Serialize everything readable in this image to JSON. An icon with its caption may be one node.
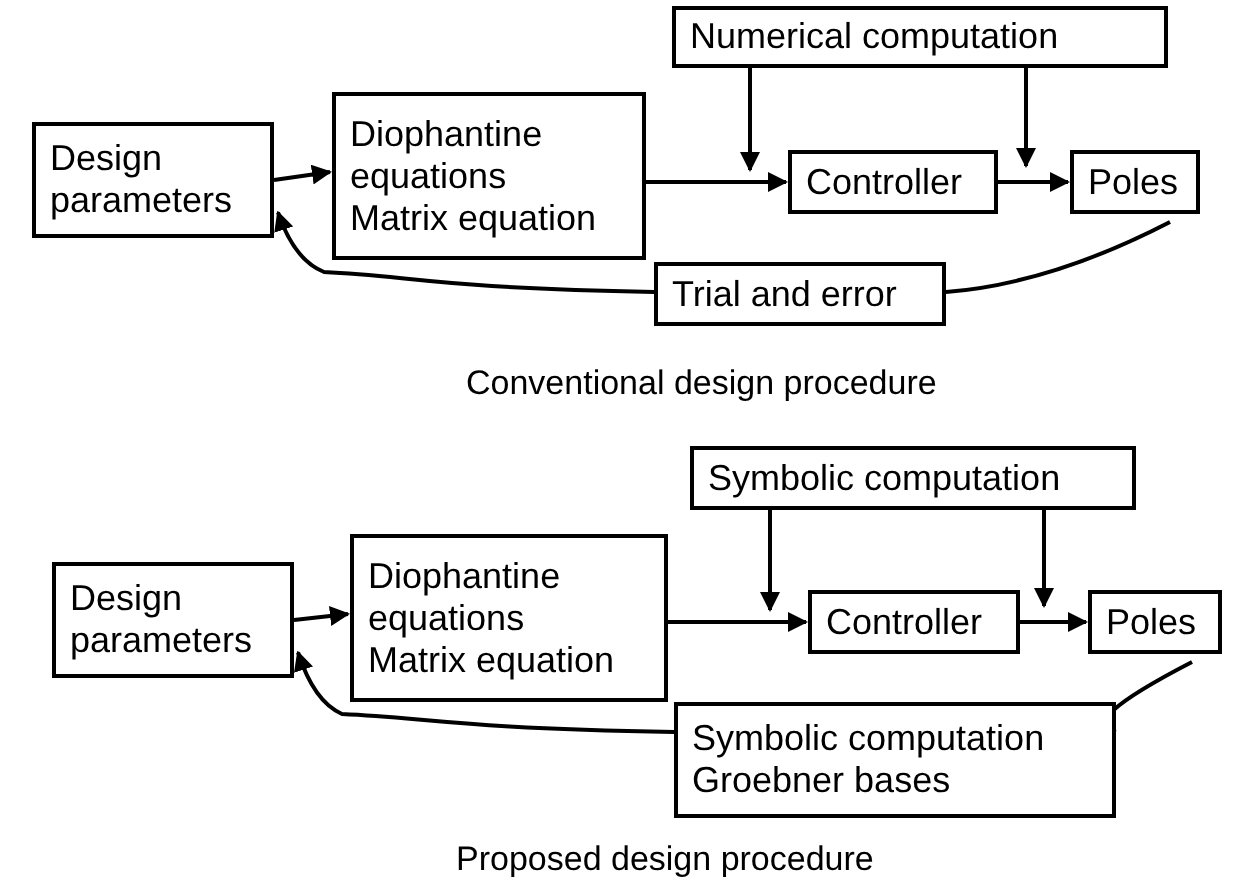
{
  "diagram": {
    "nodes": [
      {
        "text": [
          "Numerical computation"
        ]
      },
      {
        "text": [
          "Design parameters"
        ]
      },
      {
        "text": [
          "Diophantine equations",
          "Matrix equation"
        ]
      },
      {
        "text": [
          "Controller"
        ]
      },
      {
        "text": [
          "Poles"
        ]
      },
      {
        "text": [
          "Trial and error"
        ]
      },
      {
        "text": [
          "Symbolic computation"
        ]
      },
      {
        "text": [
          "Design parameters"
        ]
      },
      {
        "text": [
          "Diophantine equations",
          "Matrix equation"
        ]
      },
      {
        "text": [
          "Controller"
        ]
      },
      {
        "text": [
          "Poles"
        ]
      },
      {
        "text": [
          "Symbolic computation",
          "Groebner bases"
        ]
      }
    ],
    "edges": [
      {
        "from": 1,
        "to": 2,
        "arrow": "to"
      },
      {
        "from": 2,
        "to": 3,
        "arrow": "to"
      },
      {
        "from": 3,
        "to": 4,
        "arrow": "to"
      },
      {
        "from": 0,
        "to": 3,
        "arrow": "to"
      },
      {
        "from": 0,
        "to": 4,
        "arrow": "to"
      },
      {
        "from": 4,
        "to": 5,
        "arrow": "none"
      },
      {
        "from": 5,
        "to": 1,
        "arrow": "to"
      },
      {
        "from": 7,
        "to": 8,
        "arrow": "to"
      },
      {
        "from": 8,
        "to": 9,
        "arrow": "to"
      },
      {
        "from": 9,
        "to": 10,
        "arrow": "to"
      },
      {
        "from": 6,
        "to": 9,
        "arrow": "to"
      },
      {
        "from": 6,
        "to": 10,
        "arrow": "to"
      },
      {
        "from": 10,
        "to": 11,
        "arrow": "none"
      },
      {
        "from": 11,
        "to": 7,
        "arrow": "to"
      }
    ],
    "labels": [
      "Conventional design procedure",
      "Proposed design procedure"
    ]
  }
}
